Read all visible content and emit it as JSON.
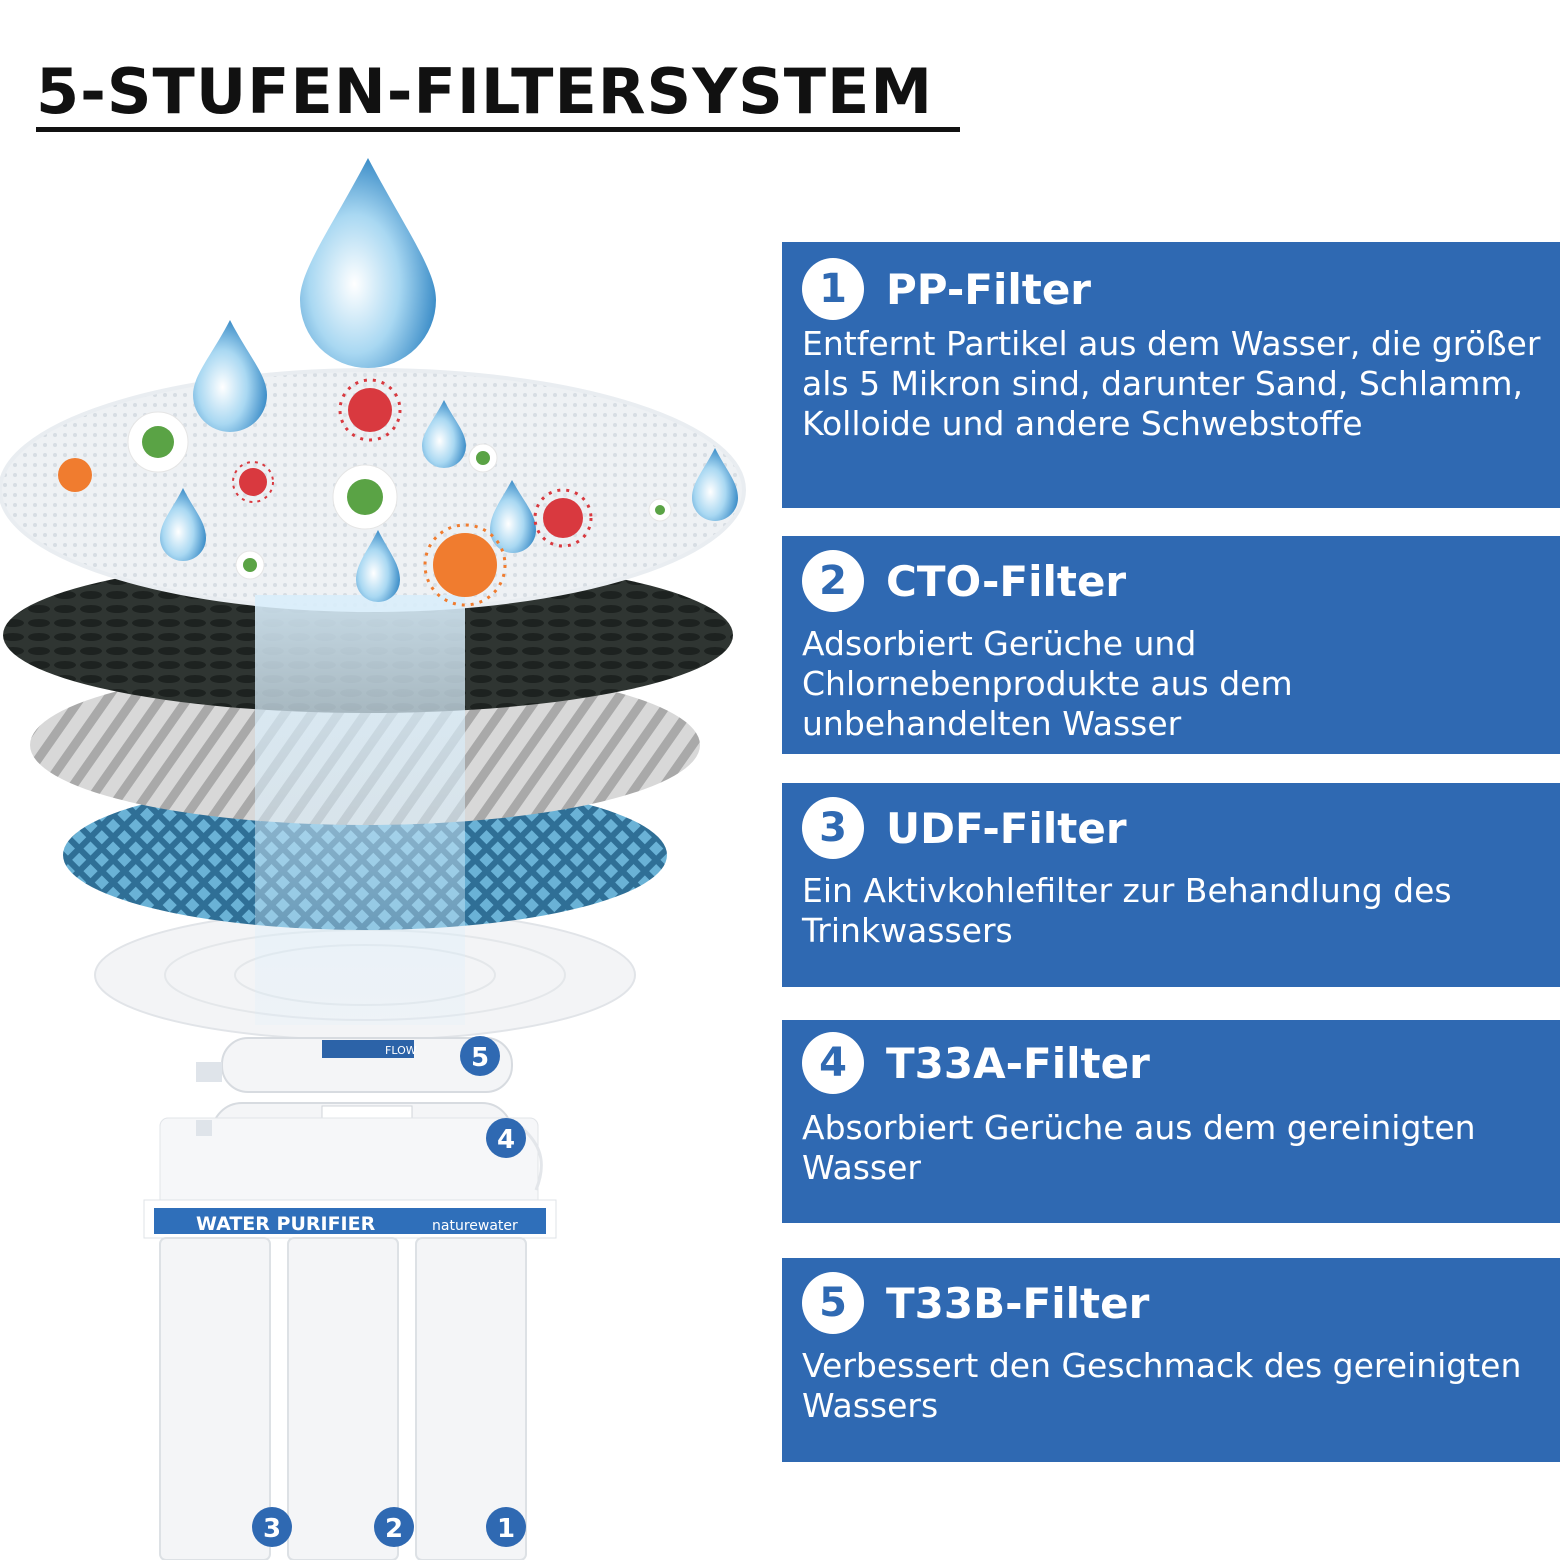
{
  "title": "5-STUFEN-FILTERSYSTEM",
  "colors": {
    "card_bg": "#2f69b2",
    "badge_text": "#2f69b2",
    "title": "#111111"
  },
  "stages": [
    {
      "number": "1",
      "name": "PP-Filter",
      "description": "Entfernt Partikel aus dem Wasser, die größer als 5 Mikron sind, darunter Sand, Schlamm, Kolloide und andere Schwebstoffe"
    },
    {
      "number": "2",
      "name": "CTO-Filter",
      "description": "Adsorbiert Gerüche und Chlornebenprodukte aus dem unbehandelten Wasser"
    },
    {
      "number": "3",
      "name": "UDF-Filter",
      "description": "Ein Aktivkohlefilter zur Behandlung des Trinkwassers"
    },
    {
      "number": "4",
      "name": "T33A-Filter",
      "description": "Absorbiert Gerüche aus dem gereinigten Wasser"
    },
    {
      "number": "5",
      "name": "T33B-Filter",
      "description": "Verbessert den Geschmack des gereinigten Wassers"
    }
  ],
  "device": {
    "label": "WATER PURIFIER",
    "brand": "naturewater",
    "flow_label": "FLOW",
    "markers": [
      "1",
      "2",
      "3",
      "4",
      "5"
    ]
  },
  "icons": [
    "water-drop-icon",
    "bacteria-icon",
    "filter-layer-icon"
  ]
}
